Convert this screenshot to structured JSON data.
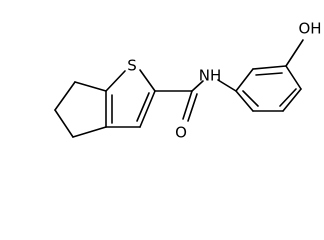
{
  "molecule": {
    "atoms": {
      "sulfur": "S",
      "amide_nitrogen": "NH",
      "carbonyl_oxygen": "O",
      "hydroxyl": "OH"
    }
  }
}
